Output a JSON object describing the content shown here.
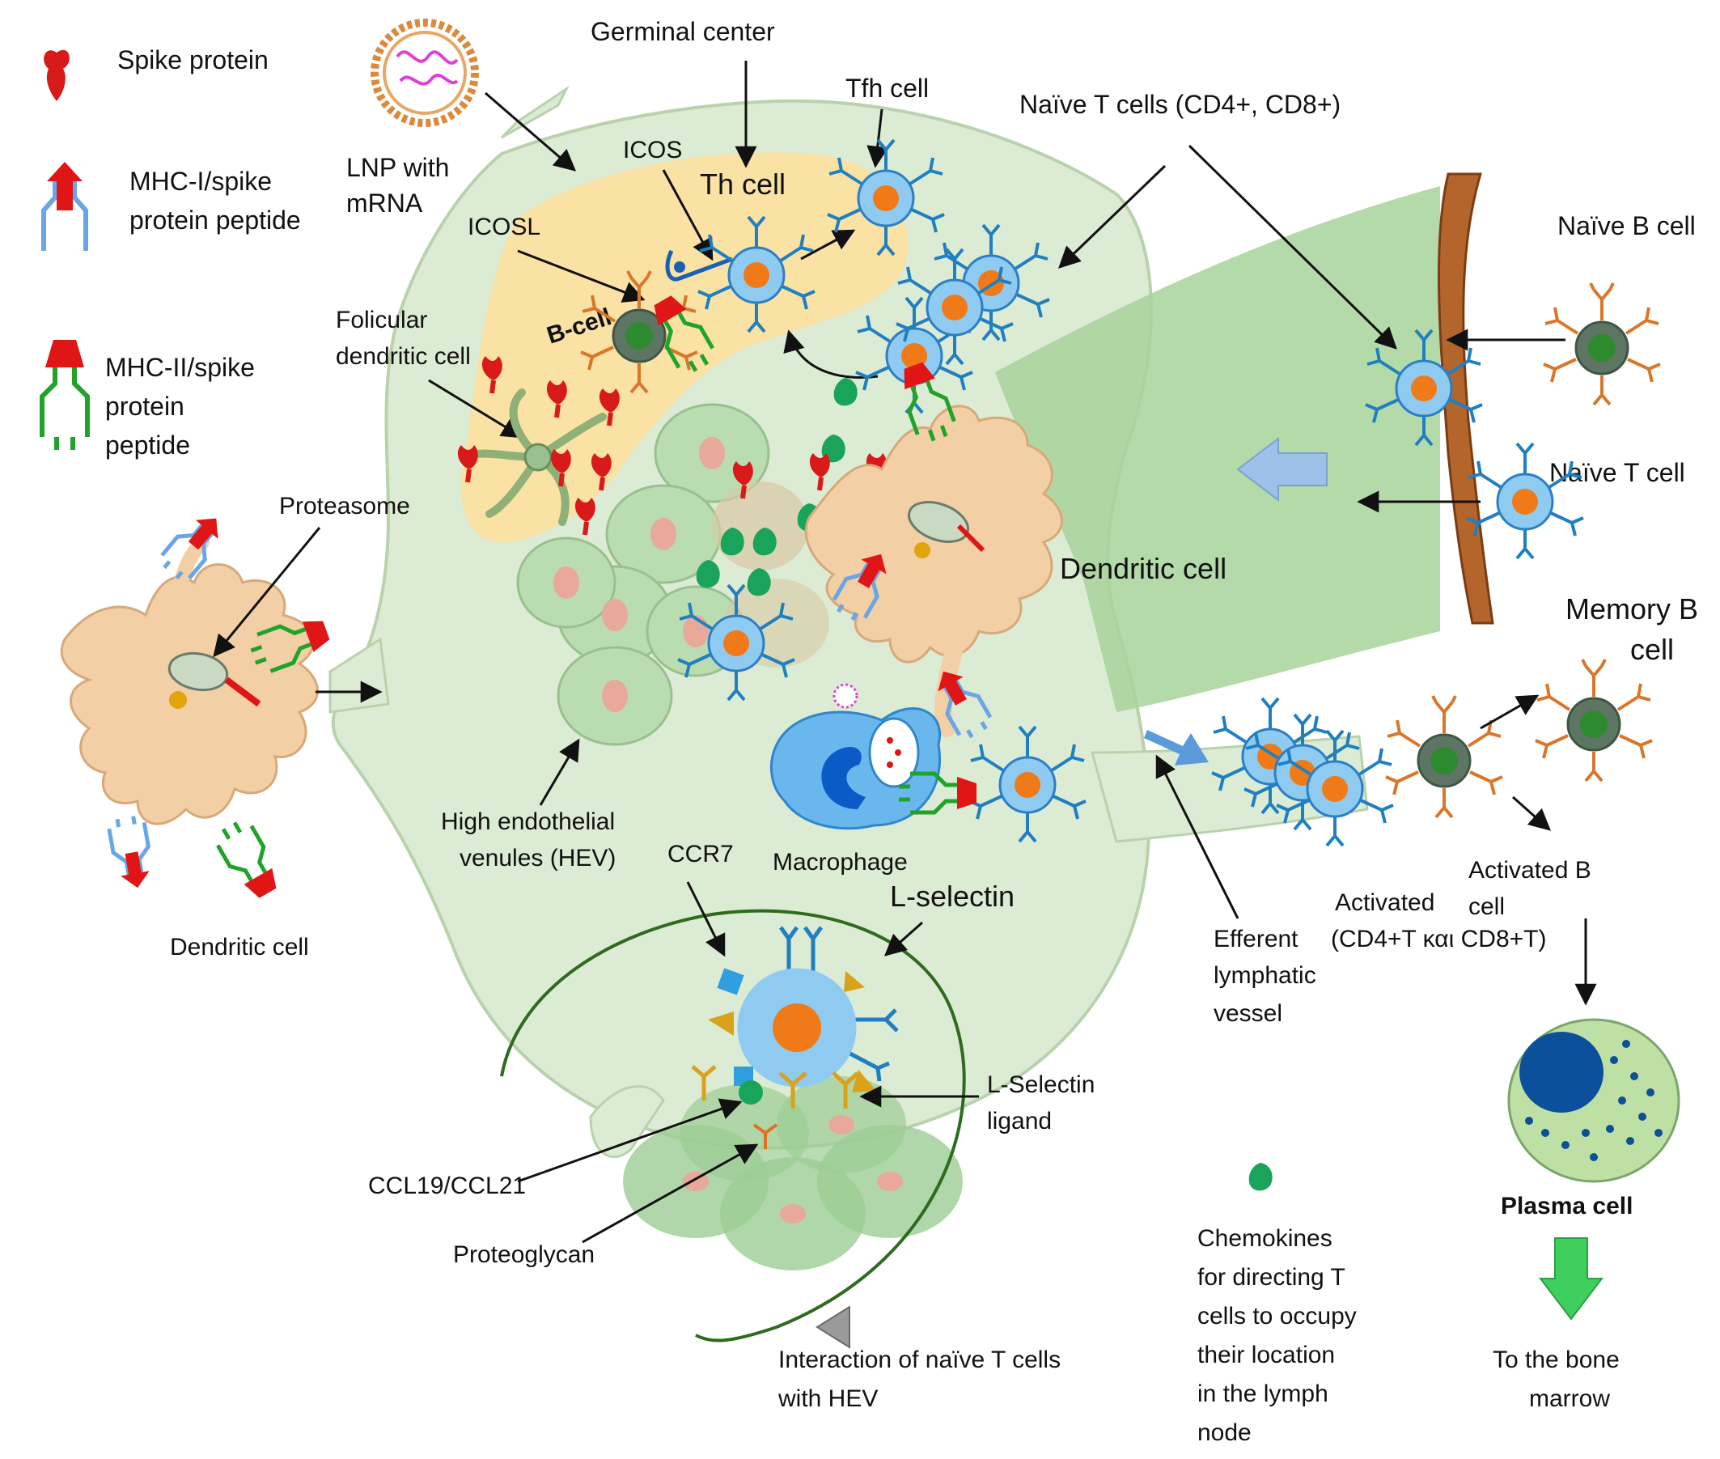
{
  "legend": {
    "spike": "Spike protein",
    "mhc1_l1": "MHC-I/spike",
    "mhc1_l2": "protein peptide",
    "mhc2_l1": "MHC-II/spike",
    "mhc2_l2": "protein",
    "mhc2_l3": "peptide"
  },
  "labels": {
    "germinal_center": "Germinal center",
    "tfh_cell": "Tfh cell",
    "naive_t_cells": "Naïve T cells (CD4+, CD8+)",
    "lnp_l1": "LNP with",
    "lnp_l2": "mRNA",
    "icos": "ICOS",
    "icosl": "ICOSL",
    "th_cell": "Th cell",
    "b_cell": "B-cell",
    "follicular_l1": "Folicular",
    "follicular_l2": "dendritic cell",
    "naive_b_cell": "Naïve B cell",
    "naive_t_cell": "Naïve T cell",
    "proteasome": "Proteasome",
    "dendritic_cell_center": "Dendritic cell",
    "memory_b_l1": "Memory B",
    "memory_b_l2": "cell",
    "hev_l1": "High endothelial",
    "hev_l2": "venules (HEV)",
    "ccr7": "CCR7",
    "macrophage": "Macrophage",
    "l_selectin": "L-selectin",
    "dendritic_cell_left": "Dendritic cell",
    "efferent_l1": "Efferent",
    "efferent_l2": "lymphatic",
    "efferent_l3": "vessel",
    "activated_l1": "Activated",
    "activated_l2": "(CD4+T και CD8+T)",
    "activated_b_l1": "Activated B",
    "activated_b_l2": "cell",
    "l_selectin_ligand_l1": "L-Selectin",
    "l_selectin_ligand_l2": "ligand",
    "ccl19": "CCL19/CCL21",
    "proteoglycan": "Proteoglycan",
    "interaction_l1": "Interaction of naïve T cells",
    "interaction_l2": "with HEV",
    "chemokines_l1": "Chemokines",
    "chemokines_l2": "for directing T",
    "chemokines_l3": "cells to occupy",
    "chemokines_l4": "their location",
    "chemokines_l5": "in the lymph",
    "chemokines_l6": "node",
    "plasma_cell": "Plasma cell",
    "bone_l1": "To the bone",
    "bone_l2": "marrow"
  },
  "colors": {
    "node": "#dcebd3",
    "node_stroke": "#b9d2ad",
    "follicle": "#fbe0a1",
    "vessel": "#a8d49a",
    "dendritic": "#f3cfa5",
    "t_cell_fill": "#8fcbf0",
    "t_cell_core": "#f07a18",
    "b_cell_fill": "#4e6a55",
    "b_cell_core": "#2e8a2e",
    "b_receptor": "#d9762a",
    "t_receptor": "#1f7fc0",
    "spike": "#d81a1a",
    "chemokine": "#1aa35a",
    "hev": "#9ccd94",
    "macrophage": "#6ab7ee",
    "plasma": "#bfe0a5",
    "plasma_nucleus": "#0c4f9a",
    "circle_line": "#2e6b1f",
    "green_arrow": "#3fcf5c",
    "blue_arrow": "#9dc1e8"
  },
  "icons": [
    "spike-icon",
    "mhc1-icon",
    "mhc2-icon",
    "lnp-icon",
    "t-cell-icon",
    "b-cell-icon",
    "dendritic-cell-icon",
    "chemokine-icon",
    "plasma-cell-icon",
    "macrophage-icon"
  ]
}
